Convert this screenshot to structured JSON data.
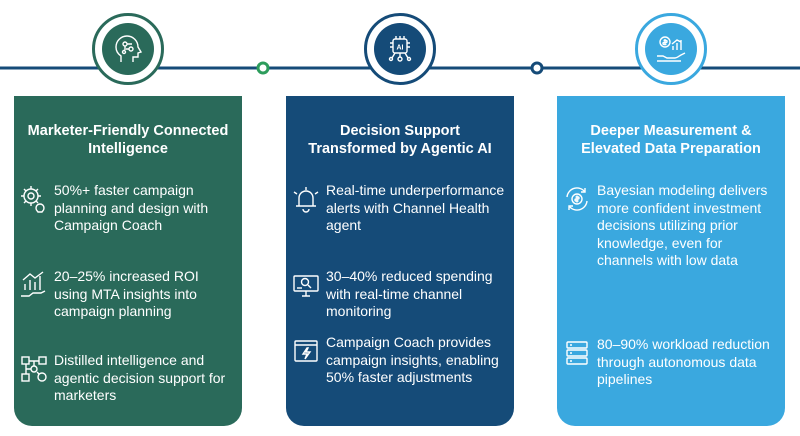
{
  "colors": {
    "green": "#2a6a5a",
    "navy": "#154b78",
    "sky": "#3aa8df"
  },
  "cards": [
    {
      "title": "Marketer-Friendly Connected Intelligence",
      "header_icon": "brain-circuit-icon",
      "items": [
        {
          "icon": "gear-lightbulb-icon",
          "text": "50%+ faster campaign planning and design with Campaign Coach"
        },
        {
          "icon": "growth-chart-hand-icon",
          "text": "20–25% increased ROI using MTA insights into campaign planning"
        },
        {
          "icon": "network-nodes-icon",
          "text": "Distilled intelligence and agentic decision support for marketers"
        }
      ]
    },
    {
      "title": "Decision Support Transformed by Agentic AI",
      "header_icon": "ai-chip-icon",
      "items": [
        {
          "icon": "alarm-bell-icon",
          "text": "Real-time underperformance alerts with Channel Health agent"
        },
        {
          "icon": "monitor-search-icon",
          "text": "30–40% reduced spending with real-time channel monitoring"
        },
        {
          "icon": "lightning-window-icon",
          "text": "Campaign Coach provides campaign insights, enabling 50% faster adjustments"
        }
      ]
    },
    {
      "title": "Deeper Measurement & Elevated Data Preparation",
      "header_icon": "money-hand-chart-icon",
      "items": [
        {
          "icon": "dollar-refresh-icon",
          "text": "Bayesian modeling delivers more confident investment decisions utilizing prior knowledge, even for channels with low data"
        },
        {
          "icon": "database-stack-icon",
          "text": "80–90% workload reduction through autonomous data pipelines"
        }
      ]
    }
  ]
}
